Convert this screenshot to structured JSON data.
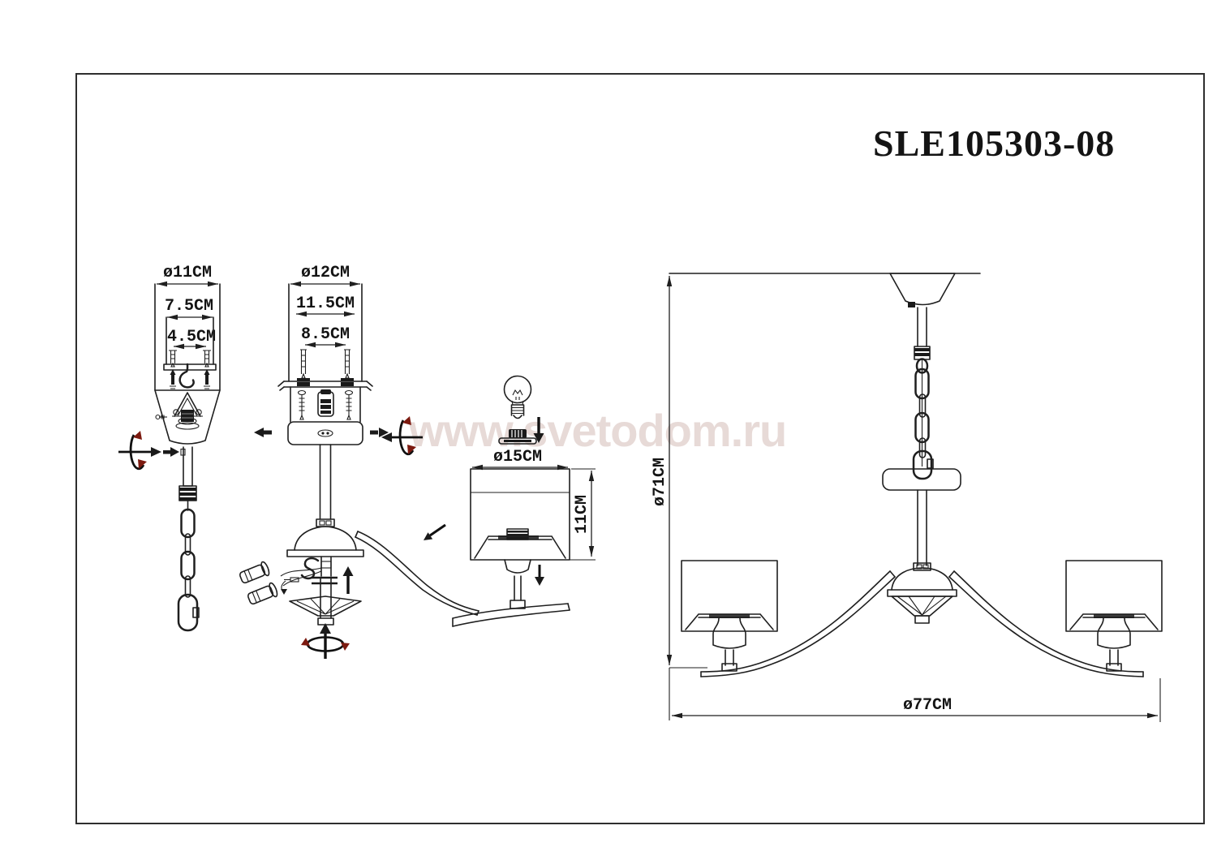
{
  "page": {
    "title": "SLE105303-08",
    "watermark": "www.svetodom.ru"
  },
  "colors": {
    "line": "#1f1f1f",
    "rotation_accent": "#7c1a10",
    "watermark": "#e7dad7"
  },
  "diagrams": {
    "hook_mount": {
      "label_outer": "ø11CM",
      "label_mid": "7.5CM",
      "label_inner": "4.5CM"
    },
    "plate_mount": {
      "label_outer": "ø12CM",
      "label_mid": "11.5CM",
      "label_inner": "8.5CM"
    },
    "shade_detail": {
      "label_width": "ø15CM",
      "label_height": "11CM"
    },
    "chandelier": {
      "label_height": "ø71CM",
      "label_width": "ø77CM"
    }
  }
}
